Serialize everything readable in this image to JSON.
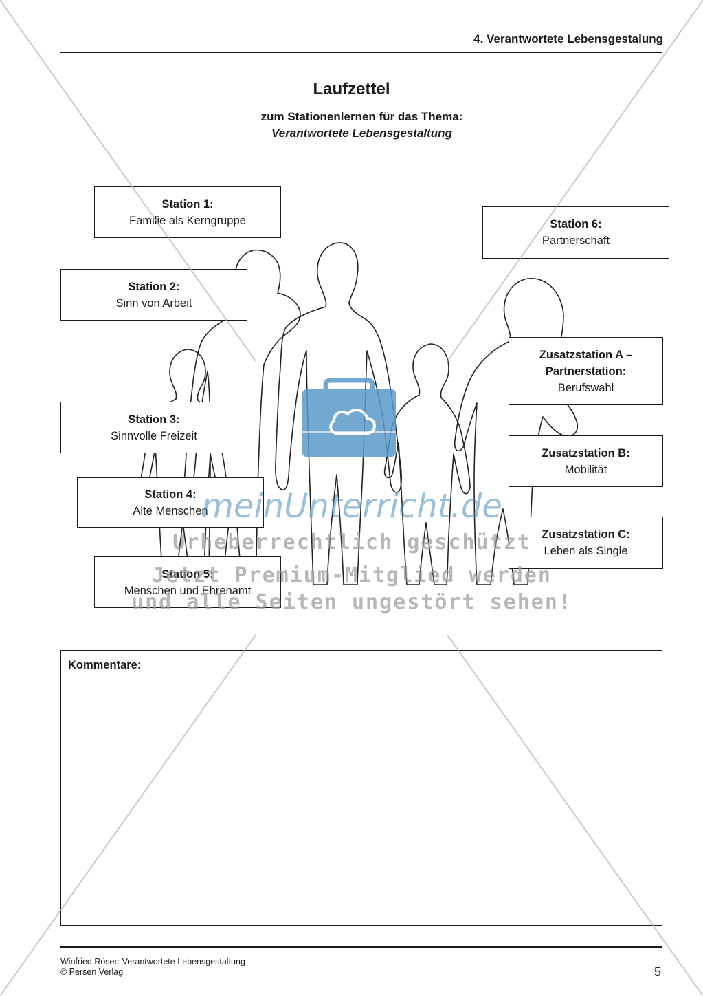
{
  "header": {
    "chapter": "4. Verantwortete Lebensgestalung"
  },
  "title": "Laufzettel",
  "subtitle": "zum Stationenlernen für das Thema:",
  "subtitle_topic": "Verantwortete Lebensgestaltung",
  "stations": [
    {
      "title": "Station 1:",
      "text": "Familie als Kerngruppe"
    },
    {
      "title": "Station 2:",
      "text": "Sinn von Arbeit"
    },
    {
      "title": "Station 3:",
      "text": "Sinnvolle Freizeit"
    },
    {
      "title": "Station 4:",
      "text": "Alte Menschen"
    },
    {
      "title": "Station 5:",
      "text": "Menschen und Ehrenamt"
    },
    {
      "title": "Station 6:",
      "text": "Partnerschaft"
    },
    {
      "title_line1": "Zusatzstation A –",
      "title_line2": "Partnerstation:",
      "text": "Berufswahl"
    },
    {
      "title": "Zusatzstation B:",
      "text": "Mobilität"
    },
    {
      "title": "Zusatzstation C:",
      "text": "Leben als Single"
    }
  ],
  "comments_label": "Kommentare:",
  "footer": {
    "line1": "Winfried Röser: Verantwortete Lebensgestaltung",
    "line2": "© Persen Verlag",
    "page_number": "5"
  },
  "watermark": {
    "brand": "meinUnterricht.de",
    "line1": "Urheberrechtlich geschützt",
    "line2": "Jetzt Premium-Mitglied werden",
    "line3": "und alle Seiten ungestört sehen!",
    "color": "#4a8fbd"
  }
}
